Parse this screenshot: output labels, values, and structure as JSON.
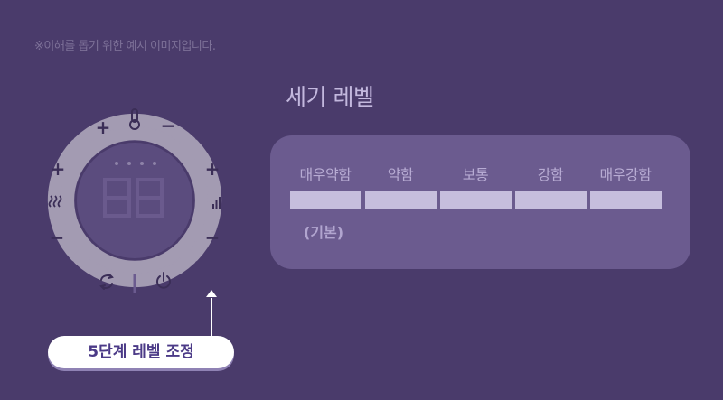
{
  "disclaimer": "※이해를 돕기 위한 예시 이미지입니다.",
  "level_section": {
    "title": "세기 레벨",
    "levels": [
      "매우약함",
      "약함",
      "보통",
      "강함",
      "매우강함"
    ],
    "default_note": "(기본)"
  },
  "control_panel": {
    "temperature": {
      "plus": "+",
      "minus": "−",
      "icon": "thermometer-icon"
    },
    "heat_mode": {
      "plus": "+",
      "minus": "−",
      "icon": "heat-waves-icon"
    },
    "intensity": {
      "plus": "+",
      "minus": "−",
      "icon": "signal-bars-icon"
    },
    "bottom_icons": [
      "cycle-icon",
      "power-icon"
    ],
    "display_digits": "88",
    "indicator_dots": 4
  },
  "callout": {
    "label": "5단계 레벨 조정"
  },
  "colors": {
    "background": "#4a3b6b",
    "panel": "#6b5b8f",
    "dial_segment": "#a39bb2",
    "level_bar": "#c6bedd",
    "callout_text": "#4b3a87"
  }
}
